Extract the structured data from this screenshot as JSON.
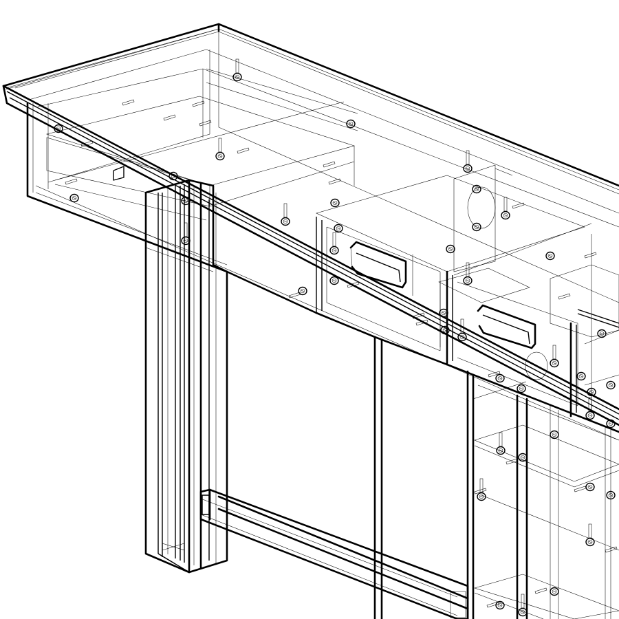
{
  "view": {
    "type": "cad-wireframe",
    "subject": "desk",
    "style": "hidden-lines-visible",
    "line_color": "#000000",
    "background": "#ffffff"
  }
}
